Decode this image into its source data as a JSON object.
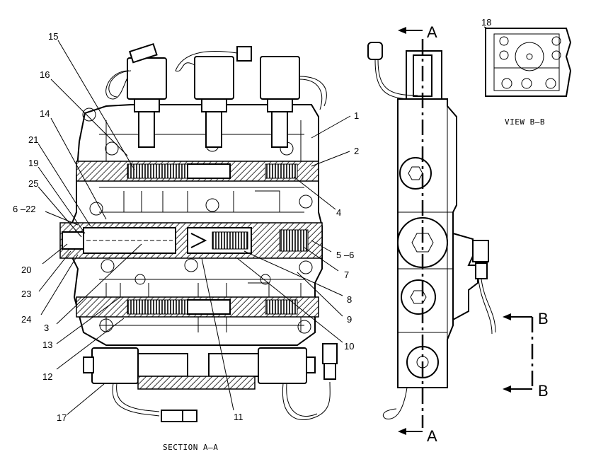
{
  "callouts": {
    "c1": "1",
    "c2": "2",
    "c3": "3",
    "c4": "4",
    "c56": "5 –6",
    "c7": "7",
    "c8": "8",
    "c9": "9",
    "c10": "10",
    "c11": "11",
    "c12": "12",
    "c13": "13",
    "c14": "14",
    "c15": "15",
    "c16": "16",
    "c17": "17",
    "c18": "18",
    "c19": "19",
    "c20": "20",
    "c21": "21",
    "c6_22": "6 –22",
    "c23": "23",
    "c24": "24",
    "c25": "25"
  },
  "captions": {
    "section": "SECTION A–A",
    "view": "VIEW B–B"
  },
  "section_marks": {
    "a_top": "A",
    "a_bottom": "A",
    "b_top": "B",
    "b_bottom": "B"
  }
}
